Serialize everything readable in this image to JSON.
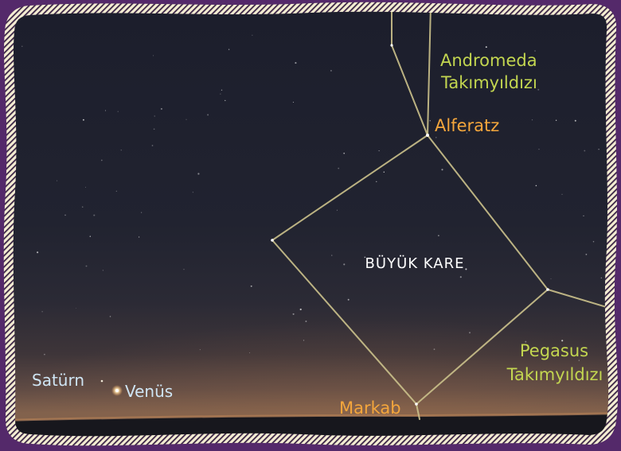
{
  "labels": {
    "andromeda": {
      "name": "Andromeda",
      "type": "Takımyıldızı"
    },
    "alferatz": "Alferatz",
    "great_square": "BÜYÜK KARE",
    "pegasus": {
      "name": "Pegasus",
      "type": "Takımyıldızı"
    },
    "markab": "Markab",
    "saturn": "Satürn",
    "venus": "Venüs"
  },
  "colors": {
    "constellation_label": "#c3d650",
    "star_label": "#f4a63c",
    "planet_label": "#cfe5f4",
    "square_label": "#ffffff",
    "constellation_line": "#c9bf8a",
    "frame": "#54296a"
  }
}
